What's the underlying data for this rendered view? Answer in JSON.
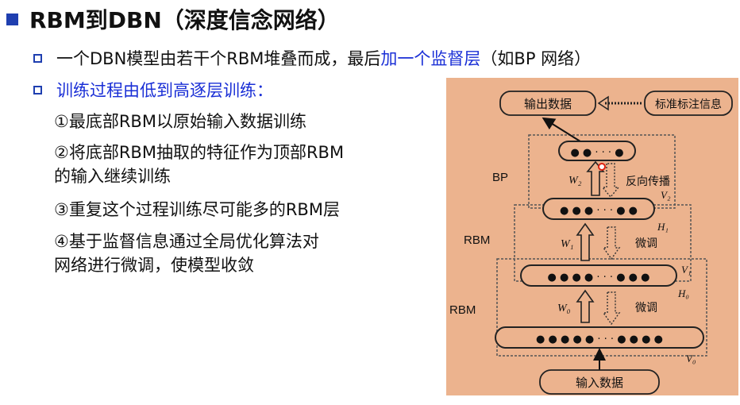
{
  "title": "RBM到DBN（深度信念网络）",
  "bullets": {
    "b1_part1": "一个DBN模型由若干个RBM堆叠而成，最后",
    "b1_highlight": "加一个监督层",
    "b1_part2": "（如BP 网络）",
    "b2": "训练过程由低到高逐层训练："
  },
  "steps": {
    "s1": "①最底部RBM以原始输入数据训练",
    "s2a": "②将底部RBM抽取的特征作为顶部RBM",
    "s2b": "的输入继续训练",
    "s3": "③重复这个过程训练尽可能多的RBM层",
    "s4a": "④基于监督信息通过全局优化算法对",
    "s4b": "网络进行微调，使模型收敛"
  },
  "diagram": {
    "output_data": "输出数据",
    "label_info": "标准标注信息",
    "input_data": "输入数据",
    "bp": "BP",
    "rbm_top": "RBM",
    "rbm_bottom": "RBM",
    "backprop": "反向传播",
    "finetune1": "微调",
    "finetune2": "微调",
    "w2": "W₂",
    "w1": "W₁",
    "w0": "W₀",
    "v2": "V₂",
    "h1": "H₁",
    "v1": "V₁",
    "h0": "H₀",
    "v0": "V₀",
    "dots_small": "●  ●  · · ·  ●",
    "dots_h1": "●  ●  ●  · · ·  ●  ●",
    "dots_v1": "●  ●  ●  ●  · · ·  ●  ●  ●",
    "dots_v0": "●  ●  ●  ●  ●  · · ·  ●  ●  ●  ●"
  }
}
